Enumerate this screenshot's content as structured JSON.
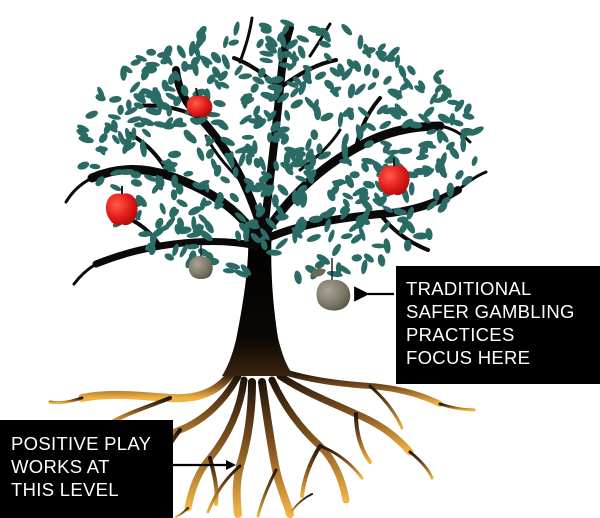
{
  "callouts": {
    "top": {
      "lines": [
        "TRADITIONAL",
        "SAFER GAMBLING",
        "PRACTICES",
        "FOCUS HERE"
      ]
    },
    "bottom": {
      "lines": [
        "POSITIVE PLAY",
        "WORKS AT",
        "THIS LEVEL"
      ]
    }
  },
  "colors": {
    "foliage": "#2a6b66",
    "branches": "#0a0a0a",
    "roots_dark": "#3a2410",
    "roots_light": "#e9a93c",
    "apple_healthy": "#e01818",
    "apple_rotten": "#7d7a6c",
    "callout_bg": "#000000",
    "callout_text": "#ffffff"
  },
  "icons": {
    "healthy_fruit": "red-apple-icon",
    "rotten_fruit": "withered-fruit-icon",
    "pointer": "arrow-left-icon"
  }
}
